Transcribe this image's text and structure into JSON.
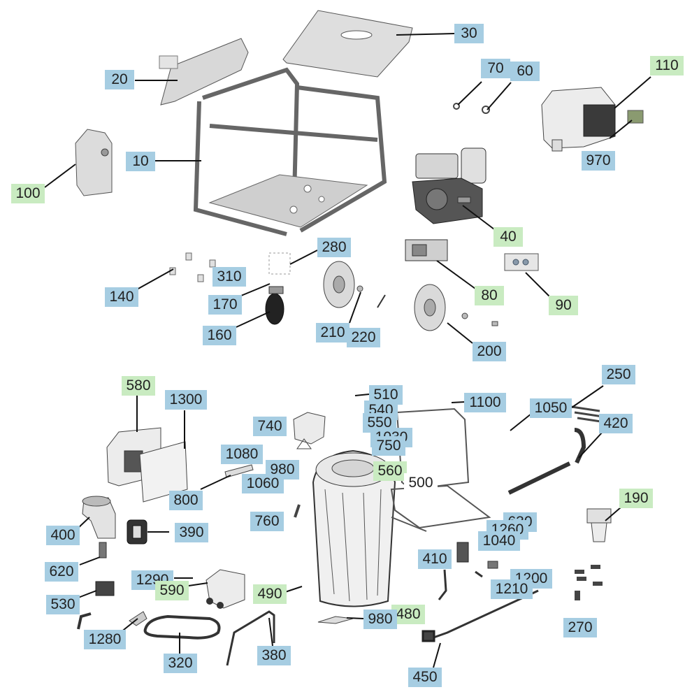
{
  "diagram": {
    "labels": [
      {
        "text": "30",
        "color": "blue"
      },
      {
        "text": "20",
        "color": "blue"
      },
      {
        "text": "70",
        "color": "blue"
      },
      {
        "text": "60",
        "color": "blue"
      },
      {
        "text": "110",
        "color": "green"
      },
      {
        "text": "10",
        "color": "blue"
      },
      {
        "text": "970",
        "color": "blue"
      },
      {
        "text": "100",
        "color": "green"
      },
      {
        "text": "40",
        "color": "green"
      },
      {
        "text": "280",
        "color": "blue"
      },
      {
        "text": "310",
        "color": "blue"
      },
      {
        "text": "140",
        "color": "blue"
      },
      {
        "text": "80",
        "color": "green"
      },
      {
        "text": "170",
        "color": "blue"
      },
      {
        "text": "90",
        "color": "green"
      },
      {
        "text": "160",
        "color": "blue"
      },
      {
        "text": "210",
        "color": "blue"
      },
      {
        "text": "220",
        "color": "blue"
      },
      {
        "text": "200",
        "color": "blue"
      },
      {
        "text": "580",
        "color": "green"
      },
      {
        "text": "1300",
        "color": "blue"
      },
      {
        "text": "510",
        "color": "blue"
      },
      {
        "text": "250",
        "color": "blue"
      },
      {
        "text": "540",
        "color": "blue"
      },
      {
        "text": "1100",
        "color": "blue"
      },
      {
        "text": "1050",
        "color": "blue"
      },
      {
        "text": "550",
        "color": "blue"
      },
      {
        "text": "740",
        "color": "blue"
      },
      {
        "text": "420",
        "color": "blue"
      },
      {
        "text": "1030",
        "color": "blue"
      },
      {
        "text": "750",
        "color": "blue"
      },
      {
        "text": "1080",
        "color": "blue"
      },
      {
        "text": "980",
        "color": "blue"
      },
      {
        "text": "560",
        "color": "green"
      },
      {
        "text": "1060",
        "color": "blue"
      },
      {
        "text": "500",
        "color": "white"
      },
      {
        "text": "800",
        "color": "blue"
      },
      {
        "text": "190",
        "color": "green"
      },
      {
        "text": "400",
        "color": "blue"
      },
      {
        "text": "760",
        "color": "blue"
      },
      {
        "text": "630",
        "color": "blue"
      },
      {
        "text": "390",
        "color": "blue"
      },
      {
        "text": "1260",
        "color": "blue"
      },
      {
        "text": "1040",
        "color": "blue"
      },
      {
        "text": "410",
        "color": "blue"
      },
      {
        "text": "620",
        "color": "blue"
      },
      {
        "text": "1290",
        "color": "blue"
      },
      {
        "text": "1200",
        "color": "blue"
      },
      {
        "text": "1210",
        "color": "blue"
      },
      {
        "text": "590",
        "color": "green"
      },
      {
        "text": "490",
        "color": "green"
      },
      {
        "text": "530",
        "color": "blue"
      },
      {
        "text": "480",
        "color": "green"
      },
      {
        "text": "980",
        "color": "blue"
      },
      {
        "text": "270",
        "color": "blue"
      },
      {
        "text": "1280",
        "color": "blue"
      },
      {
        "text": "380",
        "color": "blue"
      },
      {
        "text": "320",
        "color": "blue"
      },
      {
        "text": "450",
        "color": "blue"
      }
    ],
    "colors": {
      "blue": "#a6cde2",
      "green": "#c9ebc1",
      "line": "#111111",
      "part_fill": "#e6e6e6",
      "part_stroke": "#555555"
    }
  }
}
